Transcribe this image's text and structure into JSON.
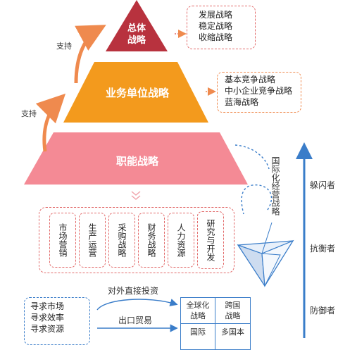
{
  "pyramid": {
    "top": [
      "总体",
      "战略"
    ],
    "middle": "业务单位战略",
    "bottom": "职能战略"
  },
  "top_strategies": [
    "发展战略",
    "稳定战略",
    "收缩战略"
  ],
  "business_strategies": [
    "基本竞争战略",
    "中小企业竞争战略",
    "蓝海战略"
  ],
  "support_labels": [
    "支持",
    "支持"
  ],
  "functions": [
    "市场营销",
    "生产运营",
    "采购战略",
    "财务战略",
    "人力资源",
    "研究与开发"
  ],
  "international_label": "国际化经营战略",
  "positions": [
    "躲闪者",
    "抗衡者",
    "防御者"
  ],
  "motives": [
    "寻求市场",
    "寻求效率",
    "寻求资源"
  ],
  "entry_modes": [
    "对外直接投资",
    "出口贸易"
  ],
  "matrix": [
    "全球化战略",
    "跨国战略",
    "国际",
    "多国本"
  ],
  "colors": {
    "top": "#b8323e",
    "middle": "#f39a1d",
    "bottom": "#f48a95",
    "arrow": "#ef8a4e",
    "blue": "#3a7dc9",
    "red_dash": "#e26a6a"
  }
}
